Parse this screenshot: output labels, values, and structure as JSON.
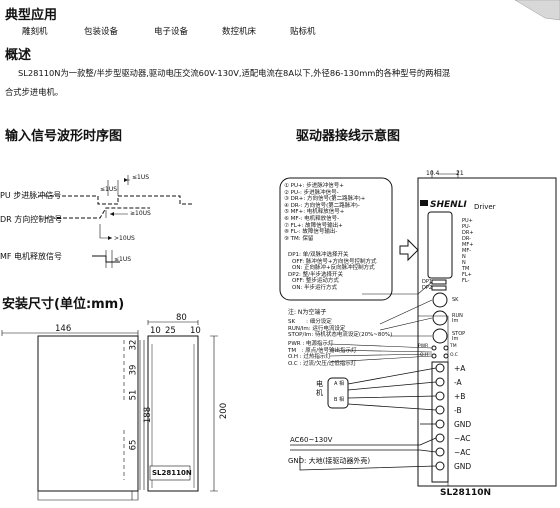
{
  "sections": {
    "apps_title": "典型应用",
    "apps": [
      "雕刻机",
      "包装设备",
      "电子设备",
      "数控机床",
      "贴标机"
    ],
    "overview_title": "概述",
    "overview_line1": "SL28110N为一款整/半步型驱动器,驱动电压交流60V-130V,适配电流在8A以下,外径86-130mm的各种型号的两相混",
    "overview_line2": "合式步进电机。",
    "wave_title": "输入信号波形时序图",
    "wiring_title": "驱动器接线示意图",
    "dims_title": "安装尺寸(单位:mm)"
  },
  "waveform": {
    "pu_label": "PU 步进脉冲信号",
    "dr_label": "DR 方向控制信号",
    "mf_label": "MF 电机释放信号",
    "t_top": "≤1US",
    "t_mid1": "≤1US",
    "t_mid2": "≥10US",
    "t_low": ">10US",
    "t_mf": "≤1US"
  },
  "dims": {
    "w146": "146",
    "w80": "80",
    "w10a": "10",
    "w25": "25",
    "w10b": "10",
    "v32": "32",
    "v39": "39",
    "v51": "51",
    "v188": "188",
    "v65": "65",
    "v200": "200",
    "model": "SL28110N"
  },
  "legend": {
    "signals": [
      "① PU+: 步进脉冲信号+",
      "② PU-: 步进脉冲信号-",
      "③ DR+: 方向信号(第二路脉冲)+",
      "④ DR-: 方向信号(第二路脉冲)-",
      "⑤ MF+: 电机释放信号+",
      "⑥ MF-: 电机释放信号-",
      "⑦ FL+: 故障信号输出+",
      "⑧ FL-: 故障信号输出-",
      "⑨ TM: 保留"
    ],
    "dip_lines": [
      "DP1: 单/双脉冲选择开关",
      "OFF: 脉冲信号+方向信号控制方式",
      "ON: 正向脉冲+反向脉冲控制方式",
      "DP2: 整/半步选择开关",
      "OFF: 整步运动方式",
      "ON: 半步运行方式"
    ],
    "note": "注: N为空端子",
    "sk_lines": [
      "SK　　: 细分设定",
      "RUN/Im: 运行电流设定",
      "STOP/Im: 待机状态电流设定(20%~80%)"
    ],
    "led_lines": [
      "PWR : 电源指示灯",
      "TM　: 原点/信号输出指示灯",
      "O.H : 过热指示灯",
      "O.C : 过流/欠压/过低指示灯"
    ]
  },
  "wiring": {
    "dim_a": "10.4",
    "dim_b": "21",
    "brand": "SHENLI",
    "driver": "Driver",
    "pins": [
      "PU+",
      "PU-",
      "DR+",
      "DR-",
      "MF+",
      "MF-",
      "N",
      "N",
      "TM",
      "FL+",
      "FL-"
    ],
    "dp1": "DP1",
    "dp2": "DP2",
    "sk": "SK",
    "run": "RUN\nIm",
    "stop": "STOP\nIm",
    "pwr": "PWR",
    "tm": "TM",
    "oh": "O.H",
    "oc": "O.C",
    "motor": "电\n机",
    "phase_a": "A 相",
    "phase_b": "B 相",
    "terminals": [
      "+A",
      "-A",
      "+B",
      "-B",
      "GND",
      "~AC",
      "~AC",
      "GND"
    ],
    "ac_label": "AC60~130V",
    "gnd_label": "GND: 大地(接驱动器外壳)",
    "model": "SL28110N"
  }
}
